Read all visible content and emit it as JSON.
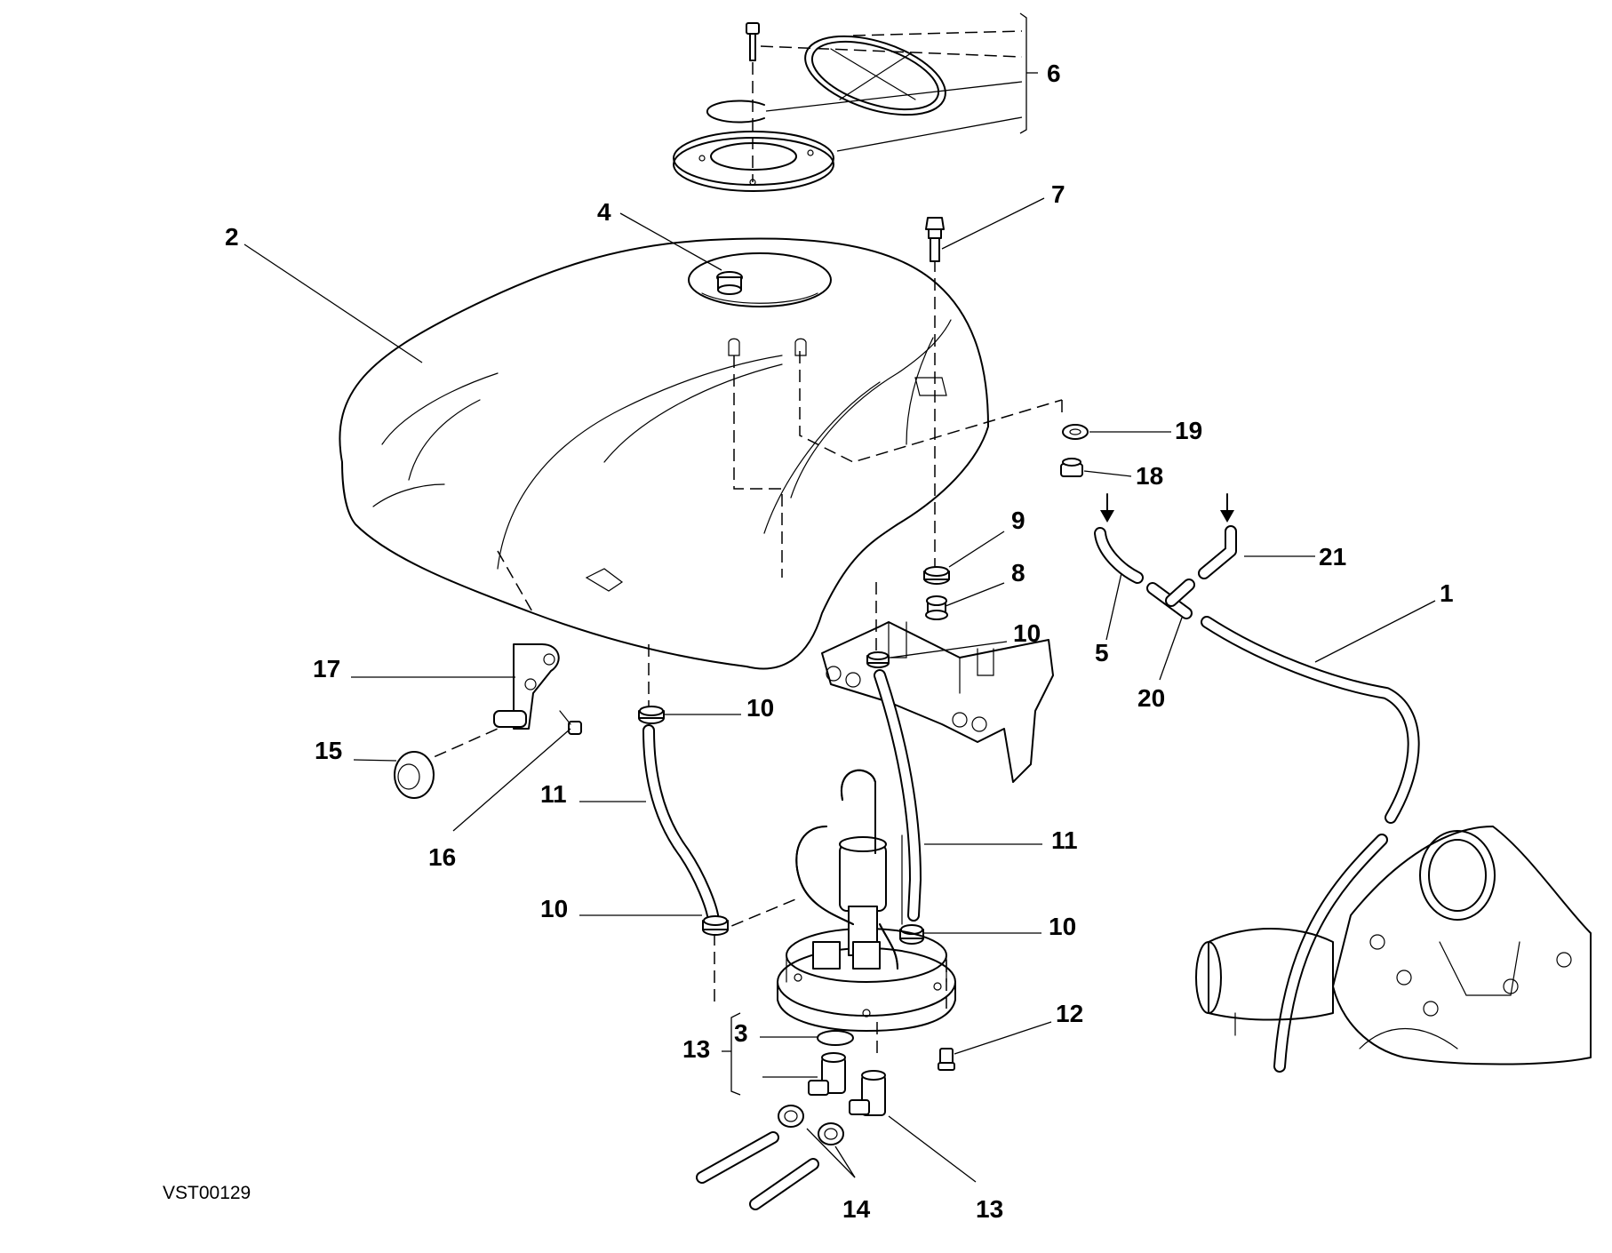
{
  "diagram": {
    "reference_code": "VST00129",
    "callouts": {
      "c1": "1",
      "c2": "2",
      "c3": "3",
      "c4": "4",
      "c5": "5",
      "c6": "6",
      "c7": "7",
      "c8": "8",
      "c9": "9",
      "c10a": "10",
      "c10b": "10",
      "c10c": "10",
      "c10d": "10",
      "c11a": "11",
      "c11b": "11",
      "c12": "12",
      "c13a": "13",
      "c13b": "13",
      "c14": "14",
      "c15": "15",
      "c16": "16",
      "c17": "17",
      "c18": "18",
      "c19": "19",
      "c20": "20",
      "c21": "21"
    }
  }
}
